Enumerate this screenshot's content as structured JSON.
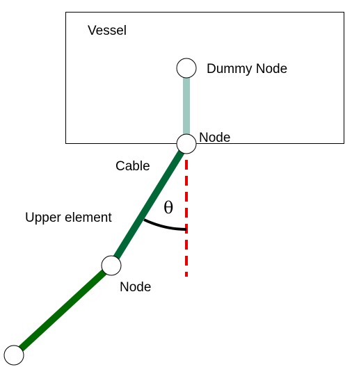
{
  "labels": {
    "vessel": "Vessel",
    "dummy_node": "Dummy Node",
    "top_node": "Node",
    "cable": "Cable",
    "upper_element": "Upper element",
    "middle_node": "Node",
    "angle": "θ"
  },
  "colors": {
    "dummy_link": "#9ec9c1",
    "upper_element": "#006837",
    "lower_element": "#006a00",
    "vertical_reference": "#e60000",
    "angle_arc": "#000000",
    "node_fill": "#ffffff",
    "node_stroke": "#000000",
    "vessel_stroke": "#000000"
  }
}
